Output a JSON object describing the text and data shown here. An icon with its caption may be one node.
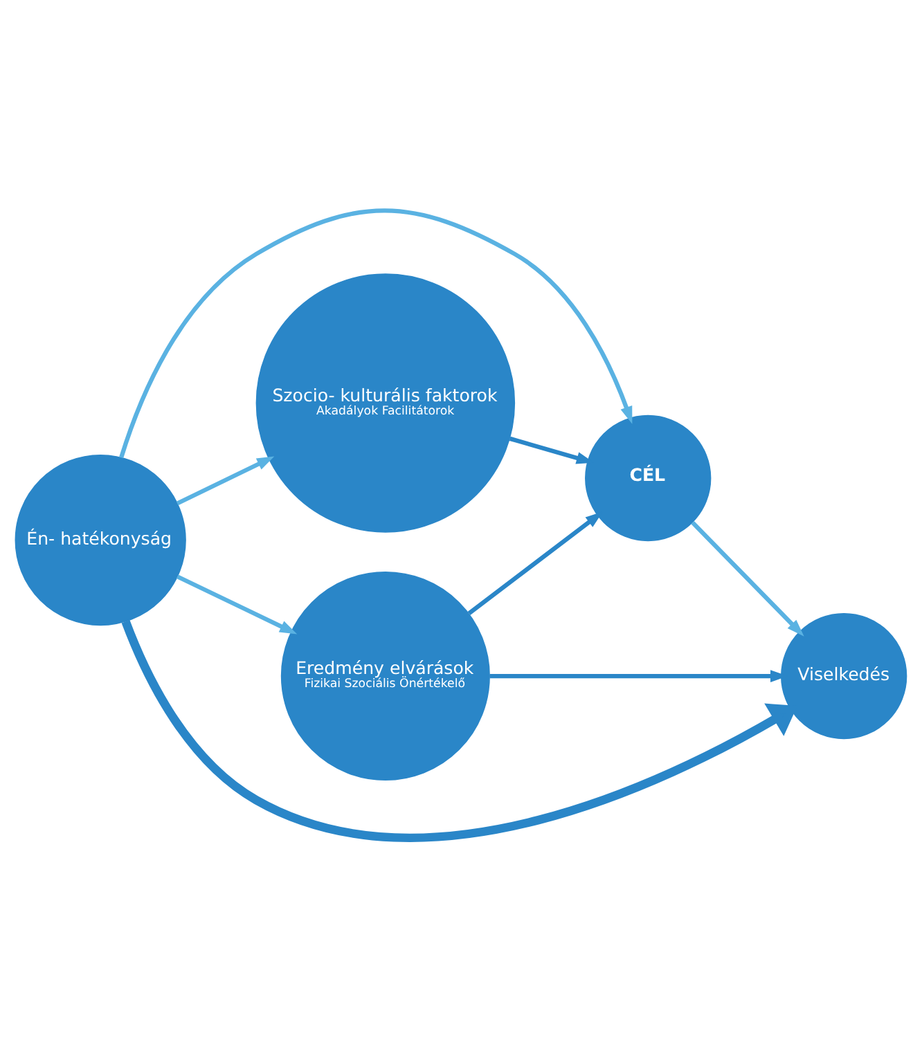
{
  "diagram": {
    "nodes": [
      {
        "text": [
          "Én- hatékonyság"
        ]
      },
      {
        "text": [
          "Eredmény elvárások",
          "Fizikai Szociális Önértékelő"
        ]
      },
      {
        "text": [
          "CÉL"
        ]
      },
      {
        "text": [
          "Viselkedés"
        ]
      },
      {
        "text": [
          "Szocio- kulturális faktorok",
          "Akadályok Facilitátorok"
        ]
      }
    ],
    "edges": [
      {
        "from": 0,
        "to": 3,
        "arrow": "to",
        "style": "thick"
      },
      {
        "from": 0,
        "to": 1,
        "arrow": "to",
        "color": "#5ab2e2"
      },
      {
        "from": 0,
        "to": 2,
        "arrow": "to",
        "color": "#5ab2e2"
      },
      {
        "from": 0,
        "to": 4,
        "arrow": "to",
        "color": "#5ab2e2"
      },
      {
        "from": 1,
        "to": 2,
        "arrow": "to"
      },
      {
        "from": 1,
        "to": 3,
        "arrow": "to"
      },
      {
        "from": 4,
        "to": 2,
        "arrow": "to"
      },
      {
        "from": 2,
        "to": 3,
        "arrow": "to",
        "color": "#5ab2e2"
      }
    ]
  }
}
